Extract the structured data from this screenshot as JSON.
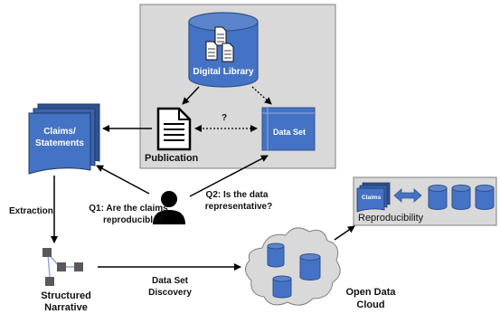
{
  "colors": {
    "blue": "#4472c4",
    "blue_dark": "#2f528f",
    "gray_panel": "#d9d9d9",
    "gray_node": "#595959",
    "black": "#000000"
  },
  "icons": {
    "digital_library": "database-cylinder-icon",
    "publication": "document-icon",
    "user": "person-icon",
    "cloud": "cloud-icon"
  },
  "diagram": {
    "digital_library": "Digital Library",
    "publication": "Publication",
    "data_set": "Data Set",
    "claims_line1": "Claims/",
    "claims_line2": "Statements",
    "unknown_link": "?",
    "q1_line1": "Q1: Are the claims",
    "q1_line2": "reproducible?",
    "q2_line1": "Q2: Is the data",
    "q2_line2": "representative?",
    "extraction": "Extraction",
    "structured_line1": "Structured",
    "structured_line2": "Narrative",
    "discovery_line1": "Data Set",
    "discovery_line2": "Discovery",
    "cloud_line1": "Open Data",
    "cloud_line2": "Cloud",
    "repro_claims": "Claims",
    "reproducibility": "Reproducibility"
  }
}
